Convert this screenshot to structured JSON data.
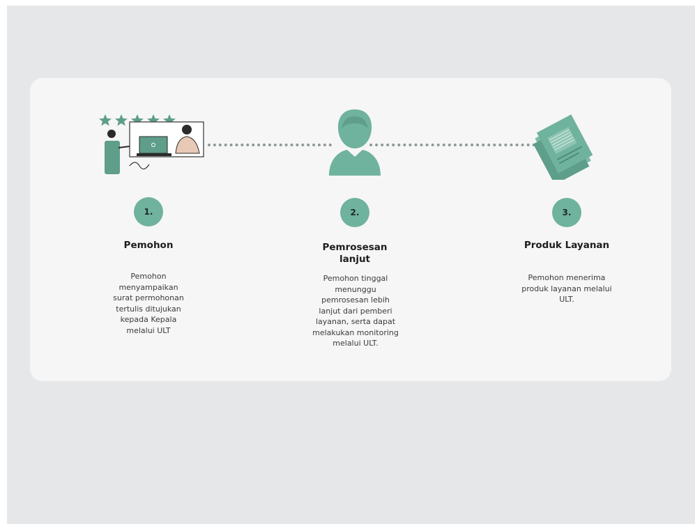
{
  "steps": [
    {
      "number": "1.",
      "title": "Pemohon",
      "description": "Pemohon menyampaikan surat permohonan tertulis ditujukan kepada Kepala melalui ULT",
      "icon": "customer-service-rating-icon"
    },
    {
      "number": "2.",
      "title": "Pemrosesan lanjut",
      "description": "Pemohon tinggal menunggu pemrosesan lebih lanjut dari pemberi layanan, serta dapat melakukan monitoring melalui ULT.",
      "icon": "person-avatar-icon"
    },
    {
      "number": "3.",
      "title": "Produk Layanan",
      "description": "Pemohon menerima produk layanan melalui ULT.",
      "icon": "documents-icon"
    }
  ],
  "colors": {
    "accent": "#6fb29d",
    "background": "#e6e7e9",
    "card": "#f6f6f6"
  }
}
